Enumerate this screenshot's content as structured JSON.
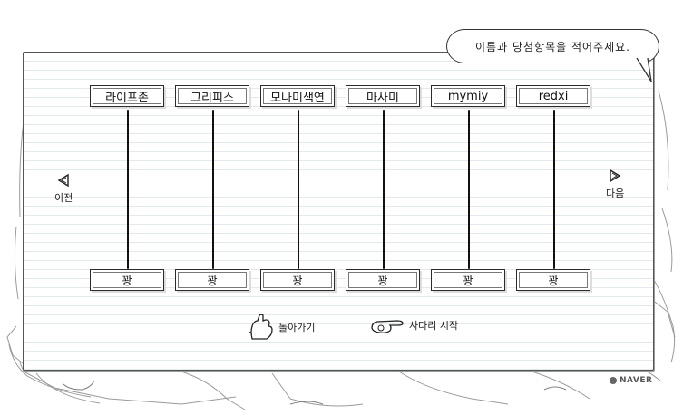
{
  "prompt": "이름과  당첨항목을  적어주세요.",
  "participants": [
    "라이프존",
    "그리피스",
    "모나미색연",
    "마사미",
    "mymiy",
    "redxi"
  ],
  "prizes": [
    "꽝",
    "꽝",
    "꽝",
    "꽝",
    "꽝",
    "꽝"
  ],
  "nav": {
    "prev_label": "이전",
    "next_label": "다음"
  },
  "actions": {
    "back_label": "돌아가기",
    "start_label": "사다리 시작"
  },
  "brand": "NAVER"
}
